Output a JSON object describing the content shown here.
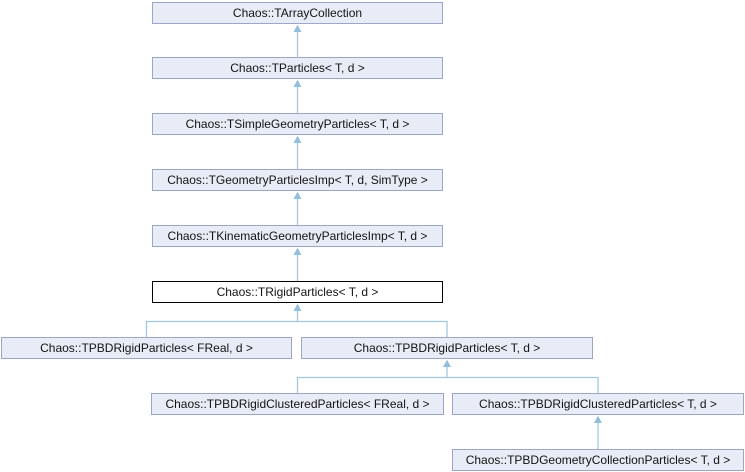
{
  "diagram": {
    "kind": "class-inheritance-graph",
    "nodes": [
      {
        "id": "tarraycollection",
        "label": "Chaos::TArrayCollection",
        "highlighted": false
      },
      {
        "id": "tparticles",
        "label": "Chaos::TParticles< T, d >",
        "highlighted": false
      },
      {
        "id": "tsimplegeometryparticles",
        "label": "Chaos::TSimpleGeometryParticles< T, d >",
        "highlighted": false
      },
      {
        "id": "tgeometryparticlesimp",
        "label": "Chaos::TGeometryParticlesImp< T, d, SimType >",
        "highlighted": false
      },
      {
        "id": "tkinematicgeometryparticlesimp",
        "label": "Chaos::TKinematicGeometryParticlesImp< T, d >",
        "highlighted": false
      },
      {
        "id": "trigidparticles",
        "label": "Chaos::TRigidParticles< T, d >",
        "highlighted": true
      },
      {
        "id": "tpbdrigidparticles-freal",
        "label": "Chaos::TPBDRigidParticles< FReal, d >",
        "highlighted": false
      },
      {
        "id": "tpbdrigidparticles-t",
        "label": "Chaos::TPBDRigidParticles< T, d >",
        "highlighted": false
      },
      {
        "id": "tpbdrigidclusteredparticles-freal",
        "label": "Chaos::TPBDRigidClusteredParticles< FReal, d >",
        "highlighted": false
      },
      {
        "id": "tpbdrigidclusteredparticles-t",
        "label": "Chaos::TPBDRigidClusteredParticles< T, d >",
        "highlighted": false
      },
      {
        "id": "tpbdgeometrycollectionparticles",
        "label": "Chaos::TPBDGeometryCollectionParticles< T, d >",
        "highlighted": false
      }
    ],
    "edges": [
      {
        "from": "tparticles",
        "to": "tarraycollection"
      },
      {
        "from": "tsimplegeometryparticles",
        "to": "tparticles"
      },
      {
        "from": "tgeometryparticlesimp",
        "to": "tsimplegeometryparticles"
      },
      {
        "from": "tkinematicgeometryparticlesimp",
        "to": "tgeometryparticlesimp"
      },
      {
        "from": "trigidparticles",
        "to": "tkinematicgeometryparticlesimp"
      },
      {
        "from": "tpbdrigidparticles-freal",
        "to": "trigidparticles"
      },
      {
        "from": "tpbdrigidparticles-t",
        "to": "trigidparticles"
      },
      {
        "from": "tpbdrigidclusteredparticles-freal",
        "to": "tpbdrigidparticles-t"
      },
      {
        "from": "tpbdrigidclusteredparticles-t",
        "to": "tpbdrigidparticles-t"
      },
      {
        "from": "tpbdgeometrycollectionparticles",
        "to": "tpbdrigidclusteredparticles-t"
      }
    ],
    "colors": {
      "background": "#FFFFFF",
      "node_fill": "#E8ECF6",
      "node_border": "#9BA6C9",
      "highlight_fill": "#FFFFFF",
      "highlight_border": "#000000",
      "edge": "#A0C8E2",
      "arrowhead": "#92BEDC",
      "text": "#131313"
    }
  }
}
